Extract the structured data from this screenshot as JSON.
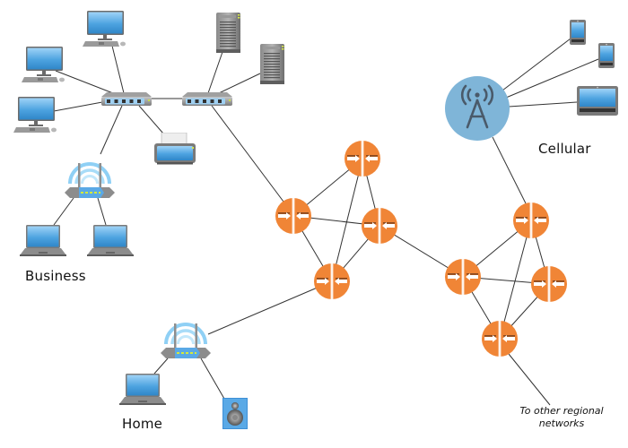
{
  "title": "Network topology diagram",
  "labels": {
    "business": "Business",
    "home": "Home",
    "cellular": "Cellular",
    "other_networks_line1": "To other regional",
    "other_networks_line2": "networks"
  },
  "colors": {
    "router": "#f08536",
    "router_stripe": "#8b4a1f",
    "cell_tower": "#7fb5d8",
    "cell_tower_icon": "#4a5a6a",
    "screen": "#4da3e0",
    "wifi_arc": "#8fd0f5",
    "link": "#333333"
  },
  "nodes": [
    {
      "id": "desktop-1",
      "type": "desktop"
    },
    {
      "id": "desktop-2",
      "type": "desktop"
    },
    {
      "id": "desktop-3",
      "type": "desktop"
    },
    {
      "id": "switch-1",
      "type": "switch"
    },
    {
      "id": "switch-2",
      "type": "switch"
    },
    {
      "id": "server-1",
      "type": "server"
    },
    {
      "id": "server-2",
      "type": "server"
    },
    {
      "id": "printer",
      "type": "printer"
    },
    {
      "id": "wifi-business",
      "type": "wireless-router"
    },
    {
      "id": "laptop-business-1",
      "type": "laptop"
    },
    {
      "id": "laptop-business-2",
      "type": "laptop"
    },
    {
      "id": "wifi-home",
      "type": "wireless-router"
    },
    {
      "id": "laptop-home",
      "type": "laptop"
    },
    {
      "id": "speaker-home",
      "type": "speaker"
    },
    {
      "id": "cell-tower",
      "type": "cell-tower"
    },
    {
      "id": "phone-1",
      "type": "phone"
    },
    {
      "id": "phone-2",
      "type": "phone"
    },
    {
      "id": "tablet",
      "type": "tablet"
    },
    {
      "id": "router-1",
      "type": "router"
    },
    {
      "id": "router-2",
      "type": "router"
    },
    {
      "id": "router-3",
      "type": "router"
    },
    {
      "id": "router-4",
      "type": "router"
    },
    {
      "id": "router-5",
      "type": "router"
    },
    {
      "id": "router-6",
      "type": "router"
    },
    {
      "id": "router-7",
      "type": "router"
    },
    {
      "id": "router-8",
      "type": "router"
    }
  ],
  "links": [
    [
      "desktop-1",
      "switch-1"
    ],
    [
      "desktop-2",
      "switch-1"
    ],
    [
      "desktop-3",
      "switch-1"
    ],
    [
      "switch-1",
      "switch-2"
    ],
    [
      "switch-1",
      "printer"
    ],
    [
      "switch-1",
      "wifi-business"
    ],
    [
      "wifi-business",
      "laptop-business-1"
    ],
    [
      "wifi-business",
      "laptop-business-2"
    ],
    [
      "switch-2",
      "server-1"
    ],
    [
      "switch-2",
      "server-2"
    ],
    [
      "switch-2",
      "router-2"
    ],
    [
      "router-1",
      "router-2"
    ],
    [
      "router-1",
      "router-3"
    ],
    [
      "router-1",
      "router-4"
    ],
    [
      "router-2",
      "router-3"
    ],
    [
      "router-2",
      "router-4"
    ],
    [
      "router-3",
      "router-4"
    ],
    [
      "router-3",
      "router-6"
    ],
    [
      "router-4",
      "wifi-home"
    ],
    [
      "wifi-home",
      "laptop-home"
    ],
    [
      "wifi-home",
      "speaker-home"
    ],
    [
      "cell-tower",
      "phone-1"
    ],
    [
      "cell-tower",
      "phone-2"
    ],
    [
      "cell-tower",
      "tablet"
    ],
    [
      "cell-tower",
      "router-5"
    ],
    [
      "router-5",
      "router-6"
    ],
    [
      "router-5",
      "router-7"
    ],
    [
      "router-5",
      "router-8"
    ],
    [
      "router-6",
      "router-7"
    ],
    [
      "router-6",
      "router-8"
    ],
    [
      "router-7",
      "router-8"
    ],
    [
      "router-8",
      "other-regional-networks"
    ]
  ]
}
